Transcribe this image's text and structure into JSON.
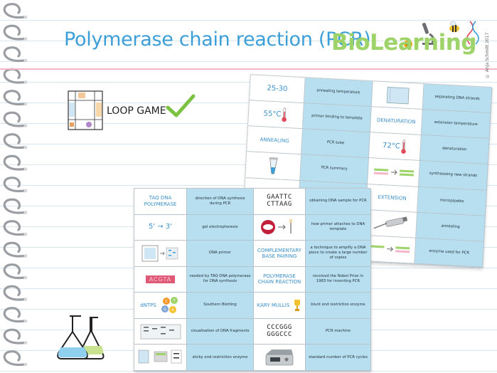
{
  "title": "Polymerase chain reaction (PCR)",
  "logo": {
    "text": "BioLearning",
    "copyright": "© Anja Schmitt 2017"
  },
  "loop_game": {
    "label": "LOOP GAME"
  },
  "colors": {
    "title": "#3d9fd8",
    "definition_bg": "#b7dff0",
    "term_text": "#3a8fc6",
    "logo": "#9ed36a",
    "check": "#7cc242"
  },
  "icons": [
    "loop-card-icon",
    "checkmark-icon",
    "flasks-icon",
    "thermometer-icon",
    "tube-icon",
    "pipette-icon",
    "gel-icon",
    "trophy-icon",
    "pcr-machine-icon",
    "nucleotide-bubbles-icon"
  ],
  "card_back": {
    "rows": [
      {
        "term": "25-30",
        "definition": "annealing temperature",
        "term2": "",
        "definition2": "separating DNA strands"
      },
      {
        "term": "55°C",
        "definition": "primer binding to template",
        "term2": "DENATURATION",
        "definition2": "extension temperature"
      },
      {
        "term": "ANNEALING",
        "definition": "PCR tube",
        "term2": "72°C",
        "definition2": "denaturation"
      },
      {
        "term": "",
        "definition": "PCR summary",
        "term2": "",
        "definition2": "synthesising new strands"
      },
      {
        "term": "",
        "definition": "",
        "term2": "EXTENSION",
        "definition2": "micropipette"
      },
      {
        "term": "",
        "definition": "",
        "term2": "",
        "definition2": "annealing"
      },
      {
        "term": "",
        "definition": "",
        "term2": "",
        "definition2": "enzyme used for PCR"
      }
    ]
  },
  "card_front": {
    "rows": [
      {
        "term": "TAQ DNA POLYMERASE",
        "definition": "direction of DNA synthesis during PCR",
        "term2_seq": [
          "GAATTC",
          "CTTAAG"
        ],
        "definition2": "obtaining DNA sample for PCR"
      },
      {
        "term": "5' → 3'",
        "definition": "gel electrophoresis",
        "term2": "",
        "definition2": "how primer attaches to DNA template"
      },
      {
        "term": "",
        "definition": "DNA primer",
        "term2": "COMPLEMENTARY BASE PAIRING",
        "definition2": "a technique to amplify a DNA piece to create a large number of copies"
      },
      {
        "term": "ACGTA",
        "definition": "needed by TAQ DNA polymerase for DNA synthesis",
        "term2": "POLYMERASE CHAIN REACTION",
        "definition2": "received the Nobel Prize in 1983 for inventing PCR"
      },
      {
        "term": "dNTPS",
        "definition": "Southern Blotting",
        "term2": "KARY MULLIS",
        "definition2": "blunt end restriction enzyme"
      },
      {
        "term": "",
        "definition": "visualisation of DNA fragments",
        "term2_seq": [
          "CCCGGG",
          "GGGCCC"
        ],
        "definition2": "PCR machine"
      },
      {
        "term": "",
        "definition": "sticky end restriction enzyme",
        "term2": "",
        "definition2": "standard number of PCR cycles"
      }
    ]
  }
}
